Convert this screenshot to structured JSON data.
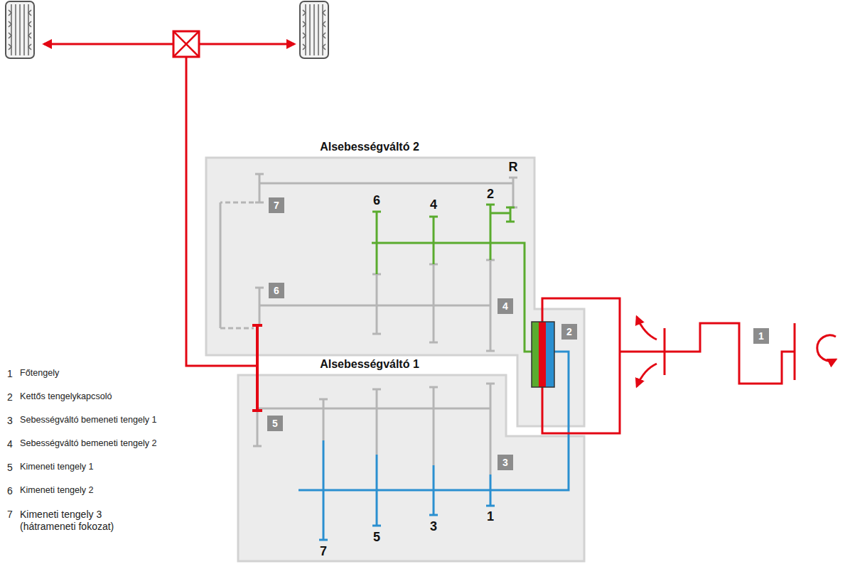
{
  "diagram": {
    "nodes": [
      {
        "text": [
          "Alsebességváltó 2"
        ]
      },
      {
        "text": [
          "Alsebességváltó 1"
        ]
      }
    ],
    "labels": [
      "R",
      "2",
      "6",
      "4",
      "1",
      "3",
      "5",
      "7",
      "7",
      "6",
      "4",
      "2",
      "5",
      "3",
      "1",
      "1",
      "Főtengely",
      "2",
      "Kettős tengelykapcsoló",
      "3",
      "Sebességváltó bemeneti tengely 1",
      "4",
      "Sebességváltó bemeneti tengely 2",
      "5",
      "Kimeneti tengely 1",
      "6",
      "Kimeneti tengely 2",
      "7",
      "Kimeneti tengely 3 (hátrameneti fokozat)"
    ]
  }
}
